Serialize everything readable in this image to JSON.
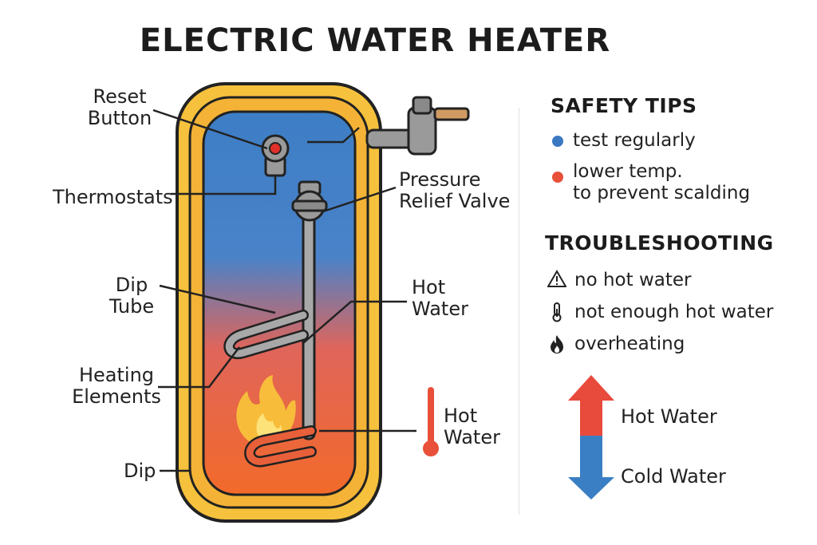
{
  "title": "ELECTRIC WATER HEATER",
  "labels": {
    "reset_button": "Reset\nButton",
    "thermostats": "Thermostats",
    "dip_tube": "Dip\nTube",
    "heating_elements": "Heating\nElements",
    "dip": "Dip",
    "pressure_relief_valve": "Pressure\nRelief Valve",
    "hot_water_upper": "Hot\nWater",
    "hot_water_lower": "Hot\nWater"
  },
  "safety": {
    "heading": "SAFETY TIPS",
    "tips": [
      {
        "text": "test regularly",
        "color": "#3a78c2"
      },
      {
        "text": "lower temp.\nto prevent scalding",
        "color": "#e8503a"
      }
    ]
  },
  "troubleshooting": {
    "heading": "TROUBLESHOOTING",
    "items": [
      {
        "icon": "warning-icon",
        "text": "no hot water"
      },
      {
        "icon": "thermometer-icon",
        "text": "not enough hot water"
      },
      {
        "icon": "flame-icon",
        "text": "overheating"
      }
    ]
  },
  "flow": {
    "hot_label": "Hot Water",
    "cold_label": "Cold Water",
    "hot_color": "#e84a3c",
    "cold_color": "#3a7fc4"
  },
  "colors": {
    "tank_outer": "#f6c13c",
    "water_top": "#3d7ec6",
    "water_bottom": "#f26a2a",
    "pipe": "#9a9a9a"
  }
}
